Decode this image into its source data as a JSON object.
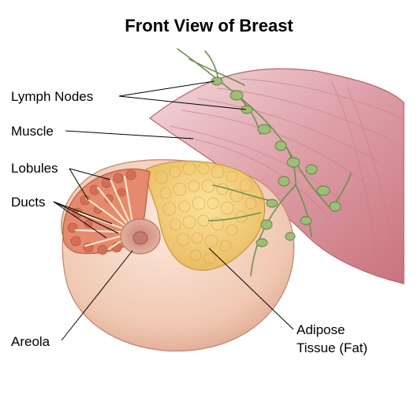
{
  "title": "Front View of Breast",
  "labels": {
    "lymph_nodes": "Lymph Nodes",
    "muscle": "Muscle",
    "lobules": "Lobules",
    "ducts": "Ducts",
    "areola": "Areola",
    "adipose_line1": "Adipose",
    "adipose_line2": "Tissue (Fat)"
  },
  "colors": {
    "muscle": "#d99ba2",
    "skin": "#f2cfb9",
    "adipose": "#f3d27a",
    "lobule": "#e07f63",
    "lymph": "#8fae6a",
    "areola": "#d69b8e"
  }
}
